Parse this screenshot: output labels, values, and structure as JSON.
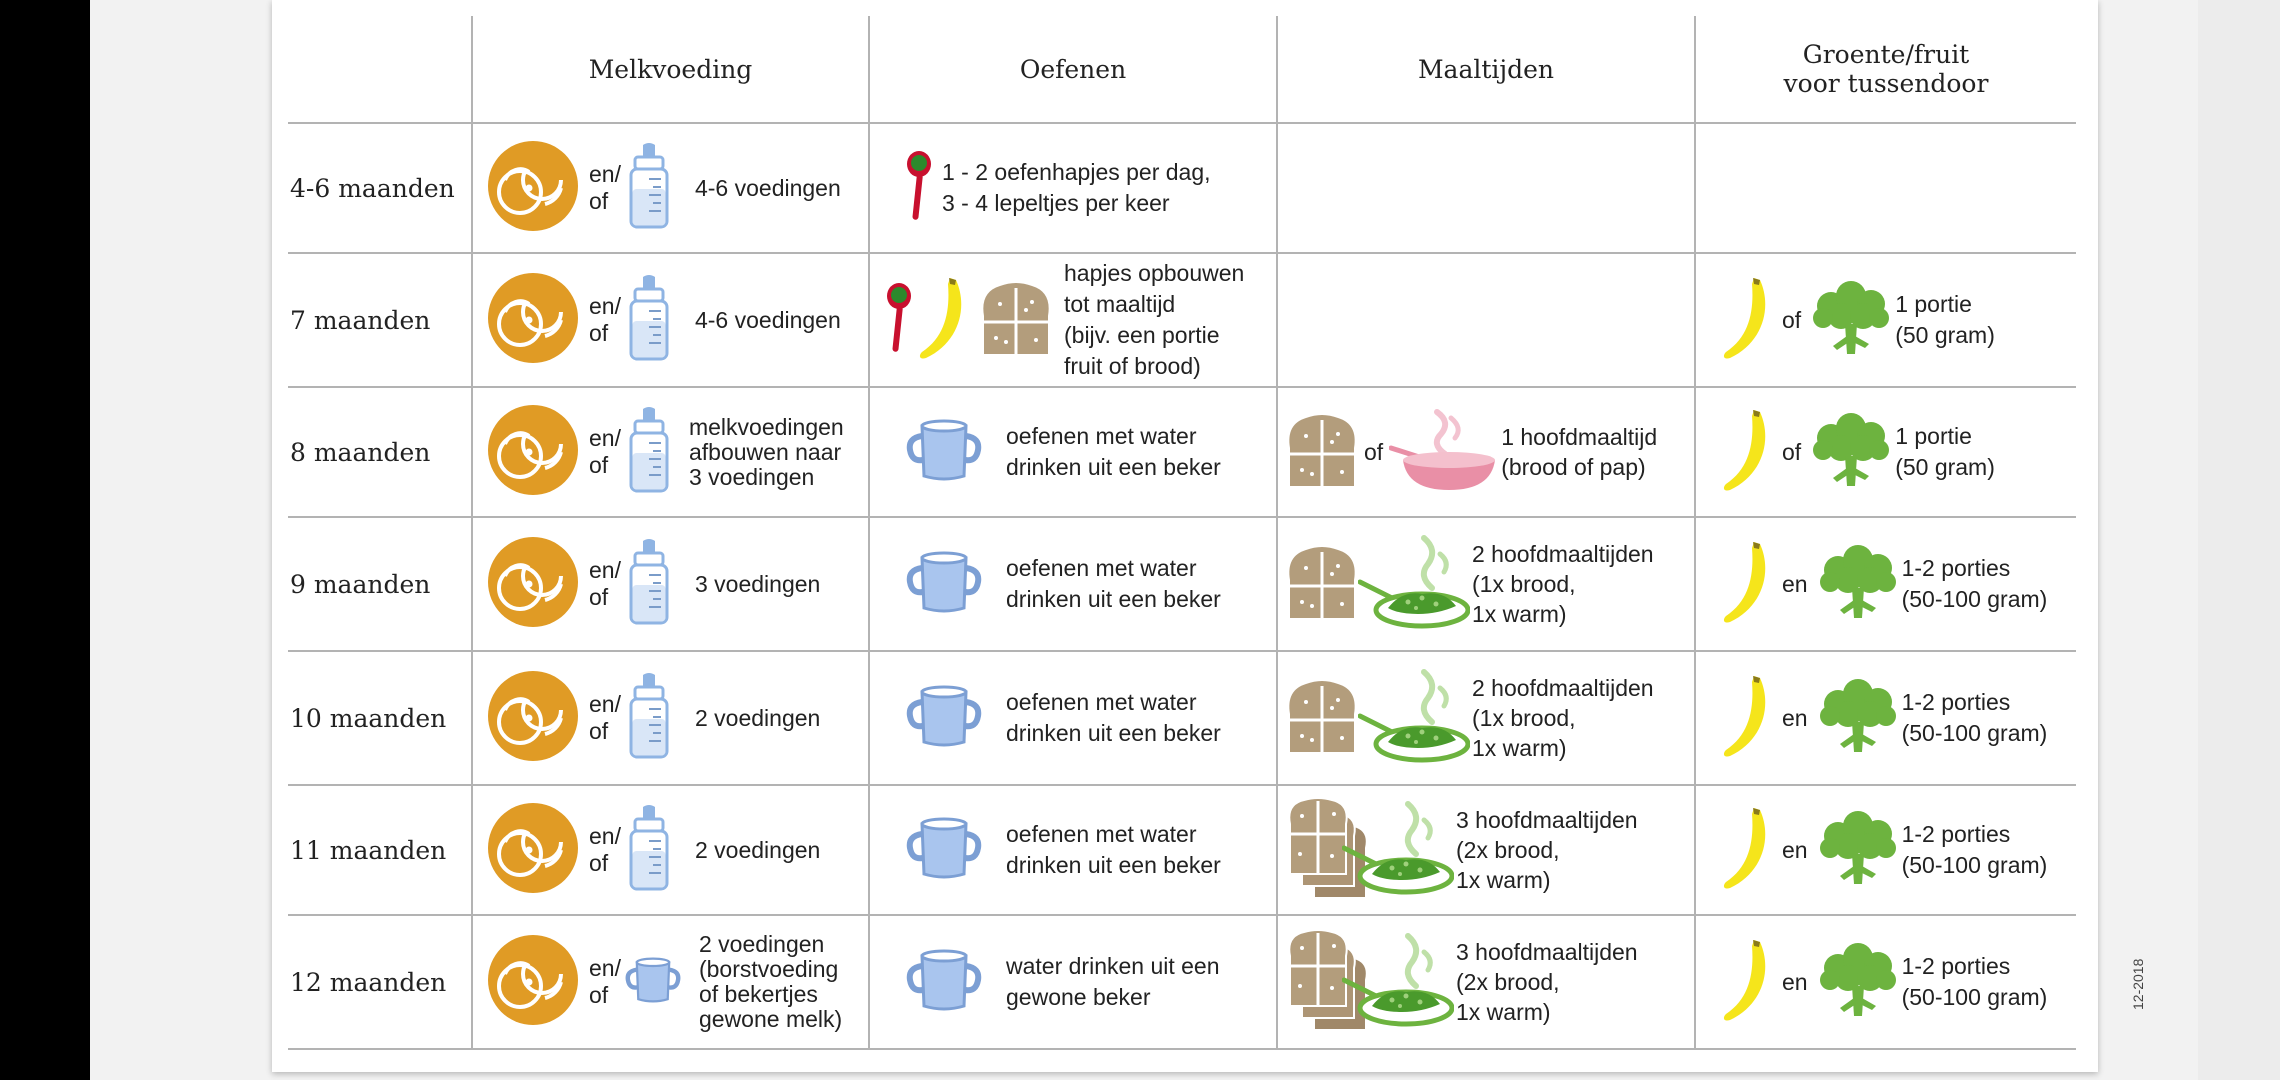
{
  "headers": {
    "melk": "Melkvoeding",
    "oefenen": "Oefenen",
    "maaltijden": "Maaltijden",
    "groente_line1": "Groente/fruit",
    "groente_line2": "voor tussendoor"
  },
  "conj": {
    "en": "en/",
    "of": "of",
    "or": "of",
    "and": "en"
  },
  "rows": [
    {
      "age": "4-6 maanden",
      "melk": [
        "4-6 voedingen"
      ],
      "oef": [
        "1 - 2 oefenhapjes per dag,",
        "3 - 4 lepeltjes per keer"
      ],
      "maal": [],
      "gf": []
    },
    {
      "age": "7 maanden",
      "melk": [
        "4-6 voedingen"
      ],
      "oef": [
        "hapjes opbouwen",
        "tot maaltijd",
        "(bijv. een portie",
        "fruit of brood)"
      ],
      "maal": [],
      "gf": [
        "1 portie",
        "(50 gram)"
      ]
    },
    {
      "age": "8 maanden",
      "melk": [
        "melkvoedingen",
        "afbouwen naar",
        "3 voedingen"
      ],
      "oef": [
        "oefenen met water",
        "drinken uit een beker"
      ],
      "maal": [
        "1 hoofdmaaltijd",
        "(brood of pap)"
      ],
      "gf": [
        "1 portie",
        "(50 gram)"
      ]
    },
    {
      "age": "9 maanden",
      "melk": [
        "3 voedingen"
      ],
      "oef": [
        "oefenen met water",
        "drinken uit een beker"
      ],
      "maal": [
        "2 hoofdmaaltijden",
        "(1x brood,",
        "1x warm)"
      ],
      "gf": [
        "1-2 porties",
        "(50-100 gram)"
      ]
    },
    {
      "age": "10 maanden",
      "melk": [
        "2 voedingen"
      ],
      "oef": [
        "oefenen met water",
        "drinken uit een beker"
      ],
      "maal": [
        "2 hoofdmaaltijden",
        "(1x brood,",
        "1x warm)"
      ],
      "gf": [
        "1-2 porties",
        "(50-100 gram)"
      ]
    },
    {
      "age": "11 maanden",
      "melk": [
        "2 voedingen"
      ],
      "oef": [
        "oefenen met water",
        "drinken uit een beker"
      ],
      "maal": [
        "3 hoofdmaaltijden",
        "(2x brood,",
        "1x warm)"
      ],
      "gf": [
        "1-2 porties",
        "(50-100 gram)"
      ]
    },
    {
      "age": "12 maanden",
      "melk": [
        "2 voedingen",
        "(borstvoeding",
        "of bekertjes",
        "gewone melk)"
      ],
      "oef": [
        "water drinken uit een",
        "gewone beker"
      ],
      "maal": [
        "3 hoofdmaaltijden",
        "(2x brood,",
        "1x warm)"
      ],
      "gf": [
        "1-2 porties",
        "(50-100 gram)"
      ]
    }
  ],
  "footer_code": "12-2018",
  "icons": [
    "breast-icon",
    "bottle-icon",
    "spoon-icon",
    "banana-icon",
    "bread-icon",
    "cup-icon",
    "porridge-icon",
    "warm-meal-icon",
    "broccoli-icon"
  ],
  "colors": {
    "breast": "#e09b25",
    "bottle": "#8fb4e3",
    "cup": "#a9c5ee",
    "spoon": "#c8102e",
    "banana": "#f5e51b",
    "bread": "#b39d7c",
    "broccoli": "#6db33f",
    "porridge": "#e98fa6",
    "rule": "#b3b3b3"
  }
}
